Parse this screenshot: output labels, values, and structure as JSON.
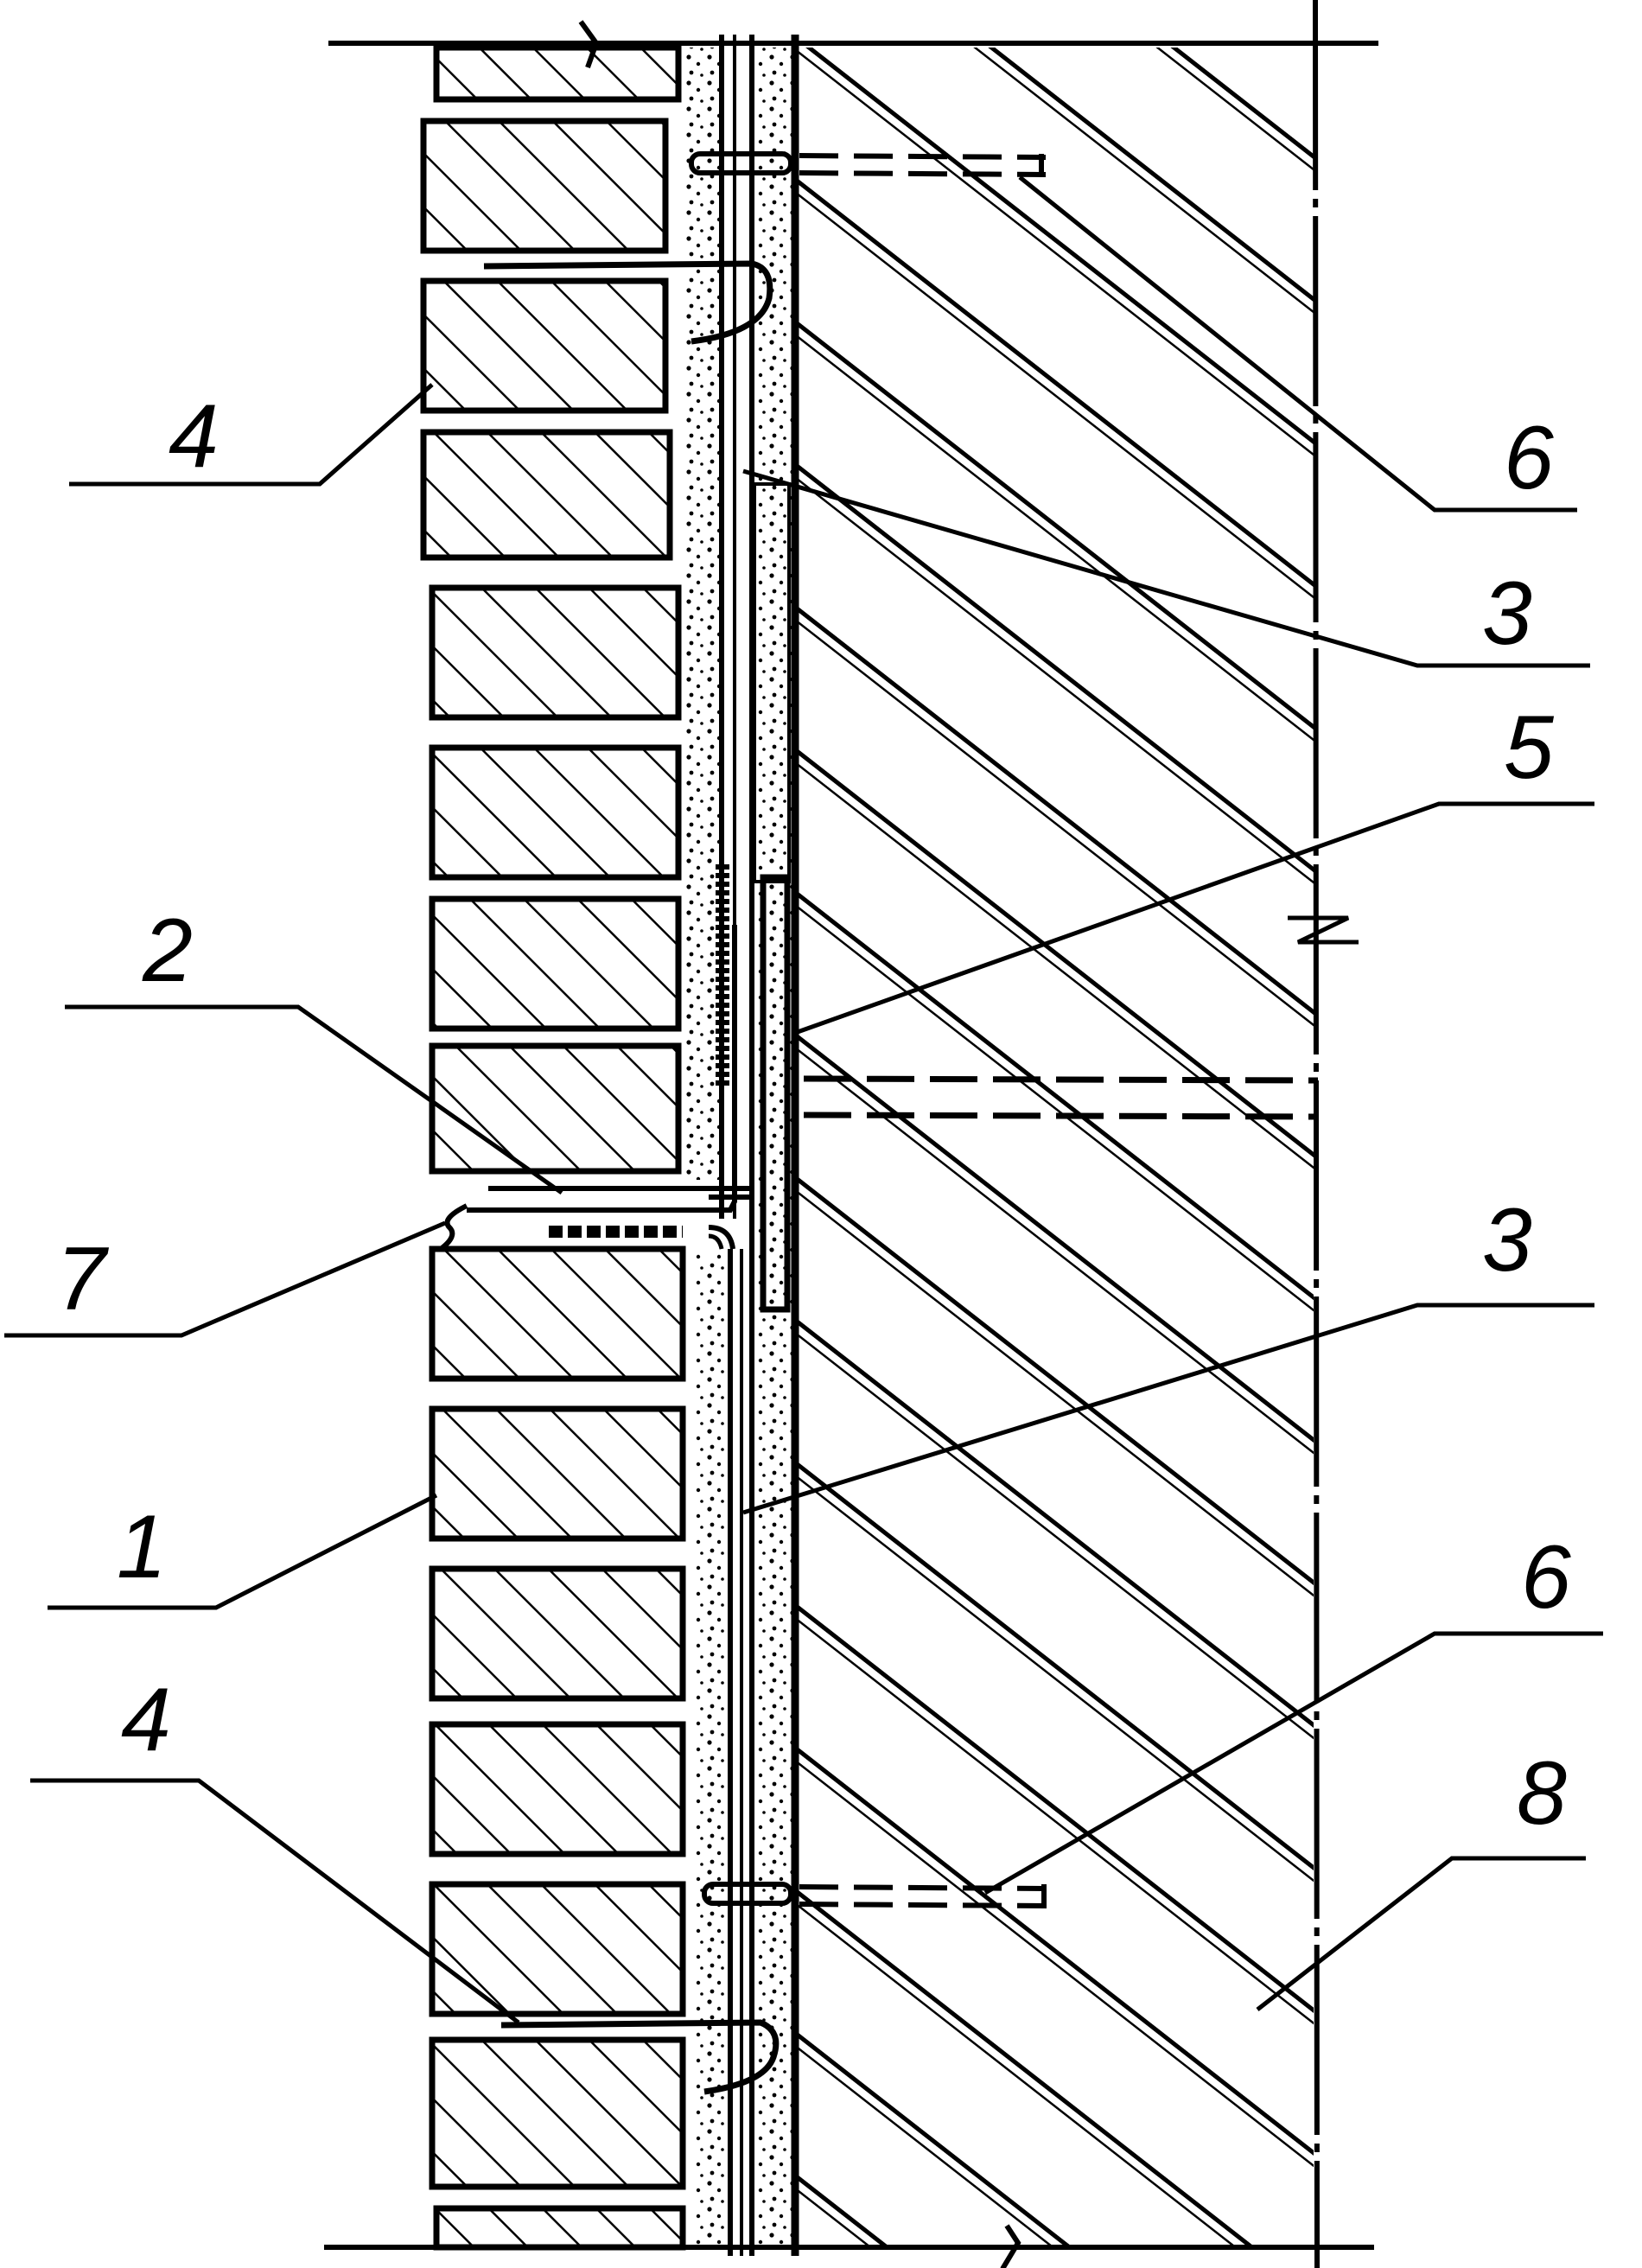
{
  "labels": {
    "l4_top": "4",
    "l6_top": "6",
    "l3_top": "3",
    "l5": "5",
    "l2": "2",
    "l7": "7",
    "l3_mid": "3",
    "l1": "1",
    "l6_bot": "6",
    "l4_bot": "4",
    "l8": "8"
  },
  "colors": {
    "ink": "#000000",
    "paper": "#ffffff"
  }
}
